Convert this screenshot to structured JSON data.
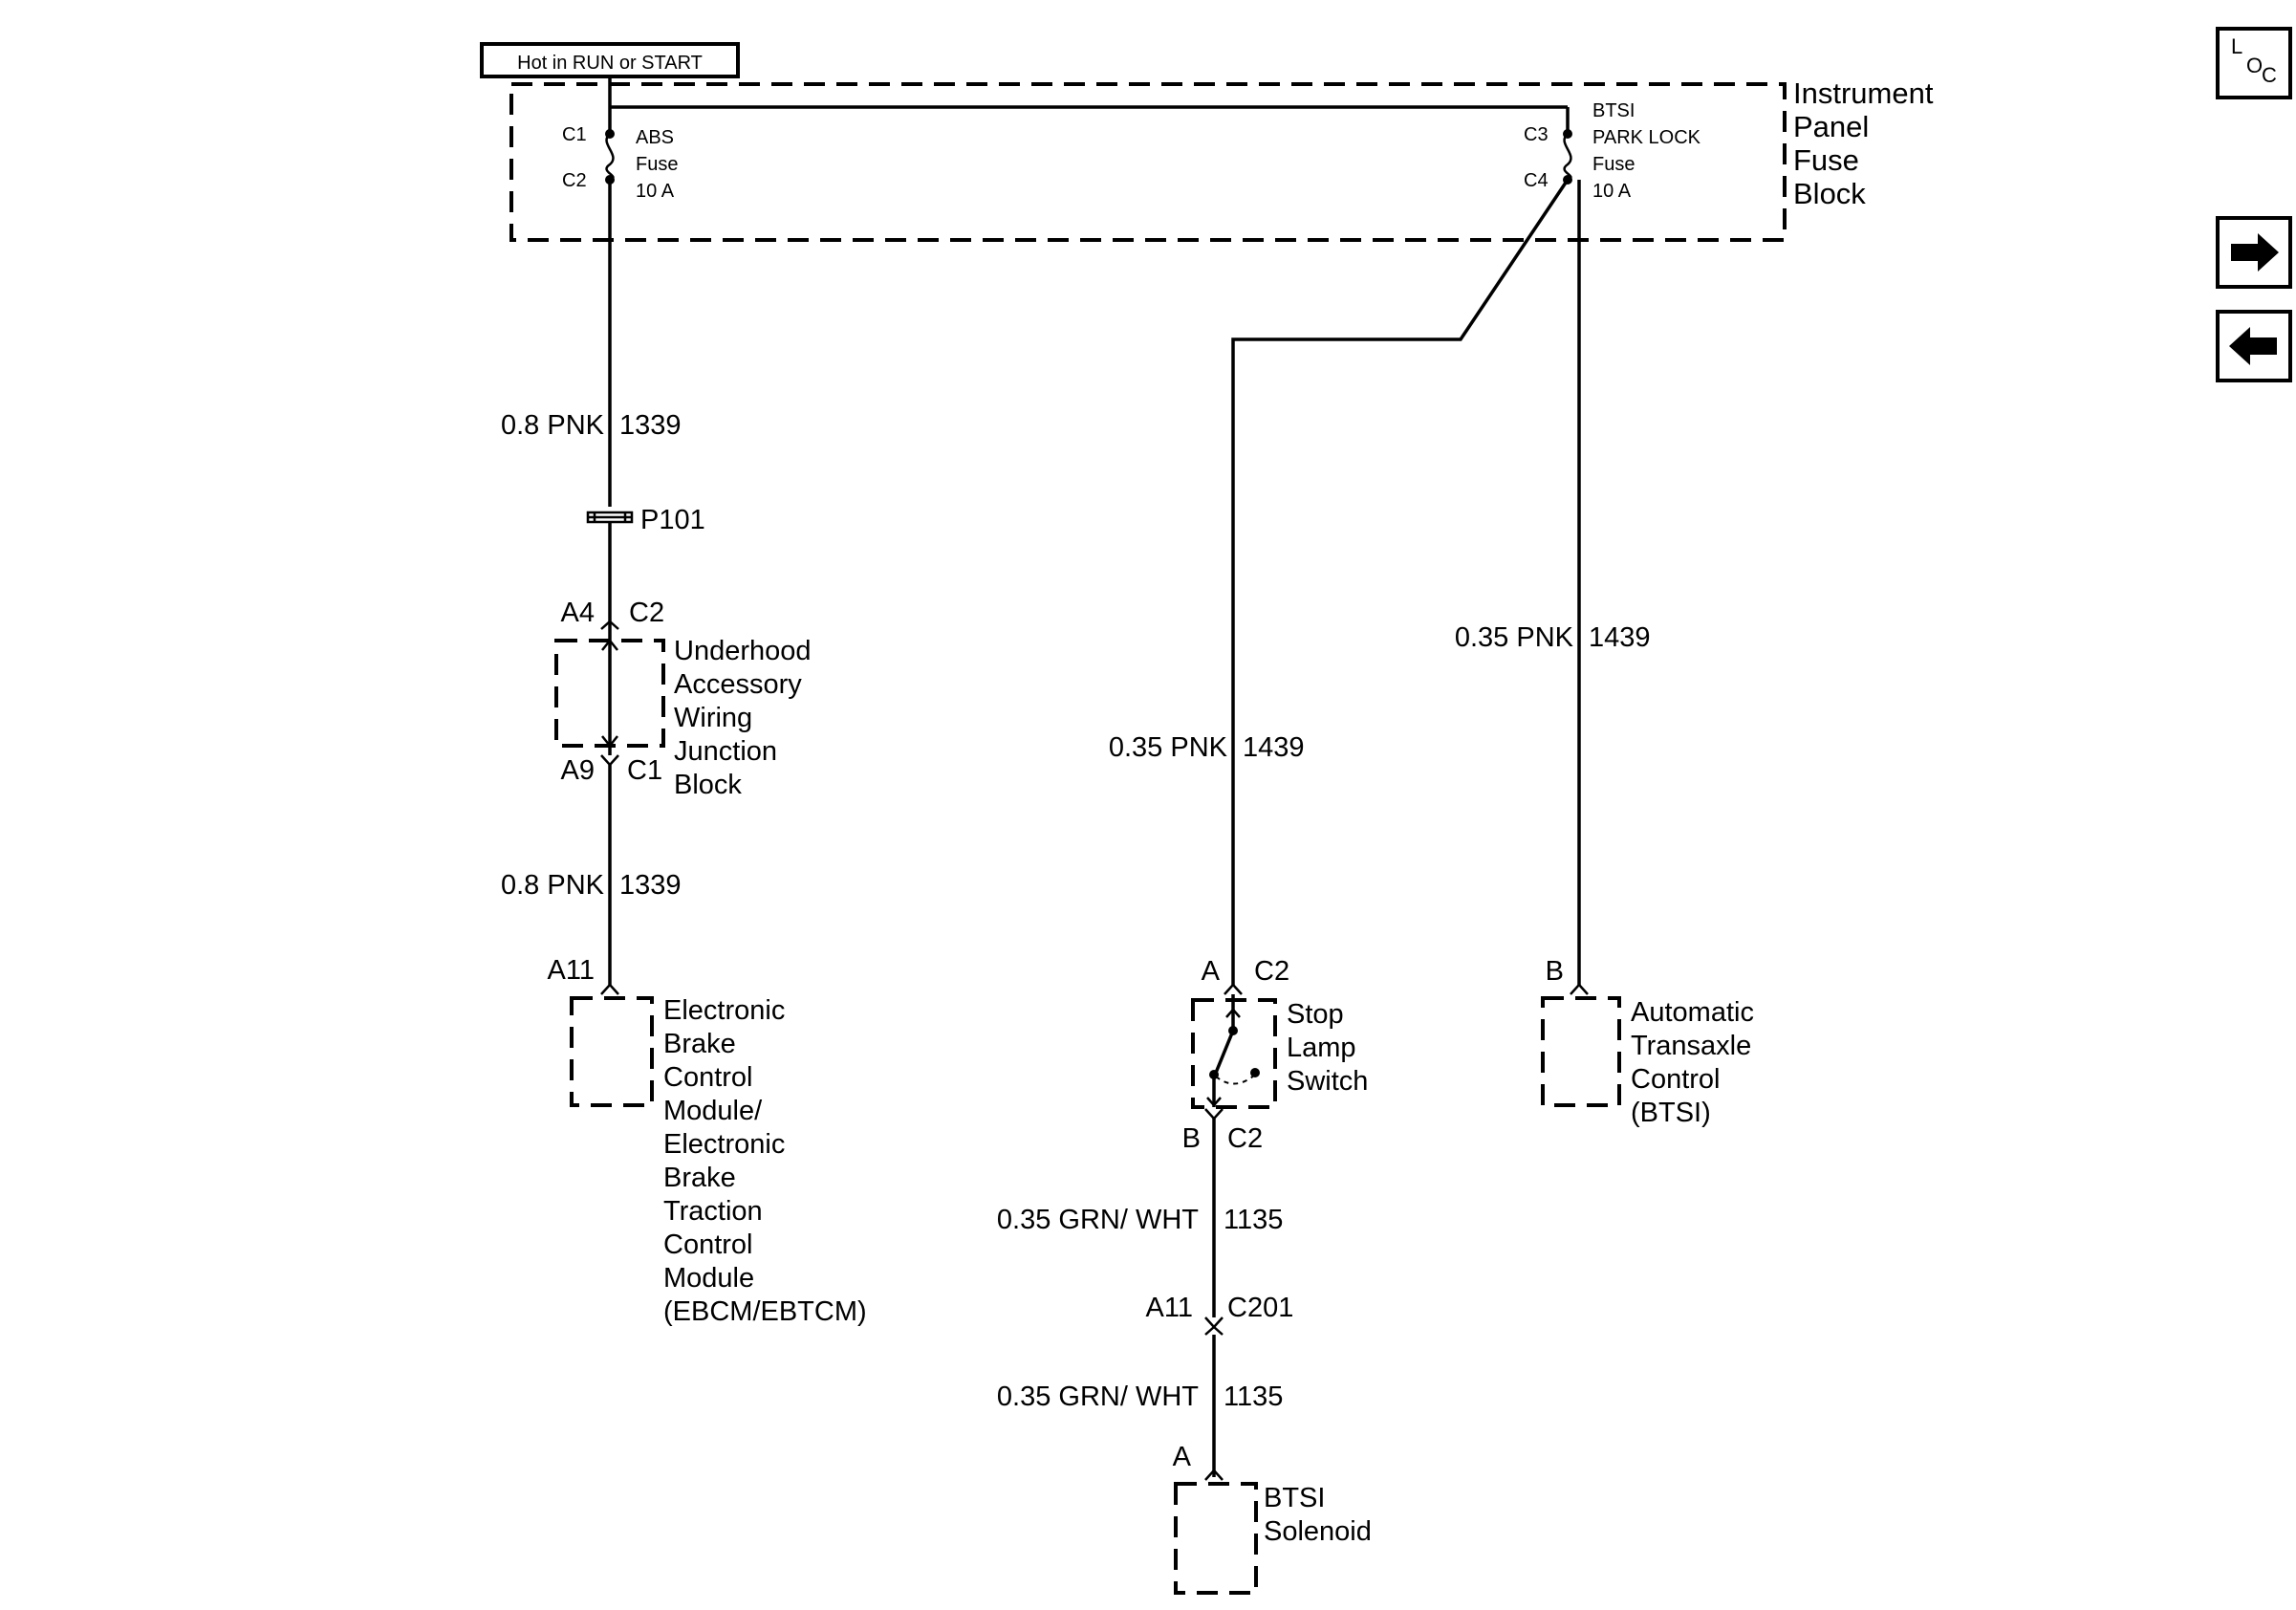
{
  "power_label": "Hot in RUN or START",
  "fuse_block": {
    "name_lines": [
      "Instrument",
      "Panel",
      "Fuse",
      "Block"
    ],
    "abs_fuse": {
      "in_pin": "C1",
      "out_pin": "C2",
      "lines": [
        "ABS",
        "Fuse",
        "10 A"
      ]
    },
    "btsi_fuse": {
      "in_pin": "C3",
      "out_pin": "C4",
      "lines": [
        "BTSI",
        "PARK LOCK",
        "Fuse",
        "10 A"
      ]
    }
  },
  "abs_circuit": {
    "wire1": {
      "gauge_color": "0.8 PNK",
      "circuit": "1339"
    },
    "splice": "P101",
    "junction_in": {
      "pin": "A4",
      "conn": "C2"
    },
    "junction_out": {
      "pin": "A9",
      "conn": "C1"
    },
    "junction_lines": [
      "Underhood",
      "Accessory",
      "Wiring",
      "Junction",
      "Block"
    ],
    "wire2": {
      "gauge_color": "0.8 PNK",
      "circuit": "1339"
    },
    "module_pin": "A11",
    "module_lines": [
      "Electronic",
      "Brake",
      "Control",
      "Module/",
      "Electronic",
      "Brake",
      "Traction",
      "Control",
      "Module",
      "(EBCM/EBTCM)"
    ]
  },
  "stop_lamp_circuit": {
    "wire1": {
      "gauge_color": "0.35 PNK",
      "circuit": "1439"
    },
    "switch_in": {
      "pin": "A",
      "conn": "C2"
    },
    "switch_lines": [
      "Stop",
      "Lamp",
      "Switch"
    ],
    "switch_out": {
      "pin": "B",
      "conn": "C2"
    },
    "wire2": {
      "gauge_color": "0.35 GRN/ WHT",
      "circuit": "1135"
    },
    "inline": {
      "pin": "A11",
      "conn": "C201"
    },
    "wire3": {
      "gauge_color": "0.35 GRN/ WHT",
      "circuit": "1135"
    },
    "solenoid_pin": "A",
    "solenoid_lines": [
      "BTSI",
      "Solenoid"
    ]
  },
  "transaxle_circuit": {
    "wire": {
      "gauge_color": "0.35 PNK",
      "circuit": "1439"
    },
    "pin": "B",
    "lines": [
      "Automatic",
      "Transaxle",
      "Control",
      "(BTSI)"
    ]
  },
  "nav": {
    "loc_letters": [
      "L",
      "O",
      "C"
    ],
    "next_icon": "right-arrow-icon",
    "prev_icon": "left-arrow-icon"
  }
}
